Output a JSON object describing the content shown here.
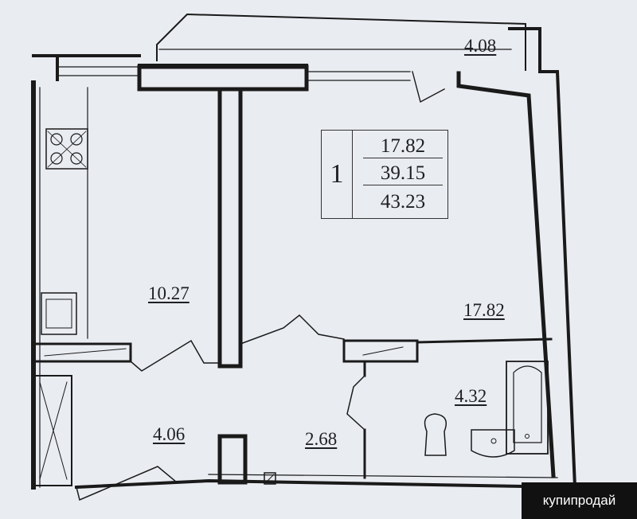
{
  "floor_plan": {
    "summary": {
      "rooms": "1",
      "living_area": "17.82",
      "living_total": "39.15",
      "total_area": "43.23"
    },
    "room_areas": {
      "balcony": "4.08",
      "kitchen": "10.27",
      "living_room": "17.82",
      "bathroom": "4.32",
      "hall": "4.06",
      "corridor": "2.68"
    }
  },
  "watermark": "купипродай",
  "colors": {
    "wall": "#1a1a1a",
    "paper": "#e9ecf1",
    "watermark_bg": "#111111"
  }
}
